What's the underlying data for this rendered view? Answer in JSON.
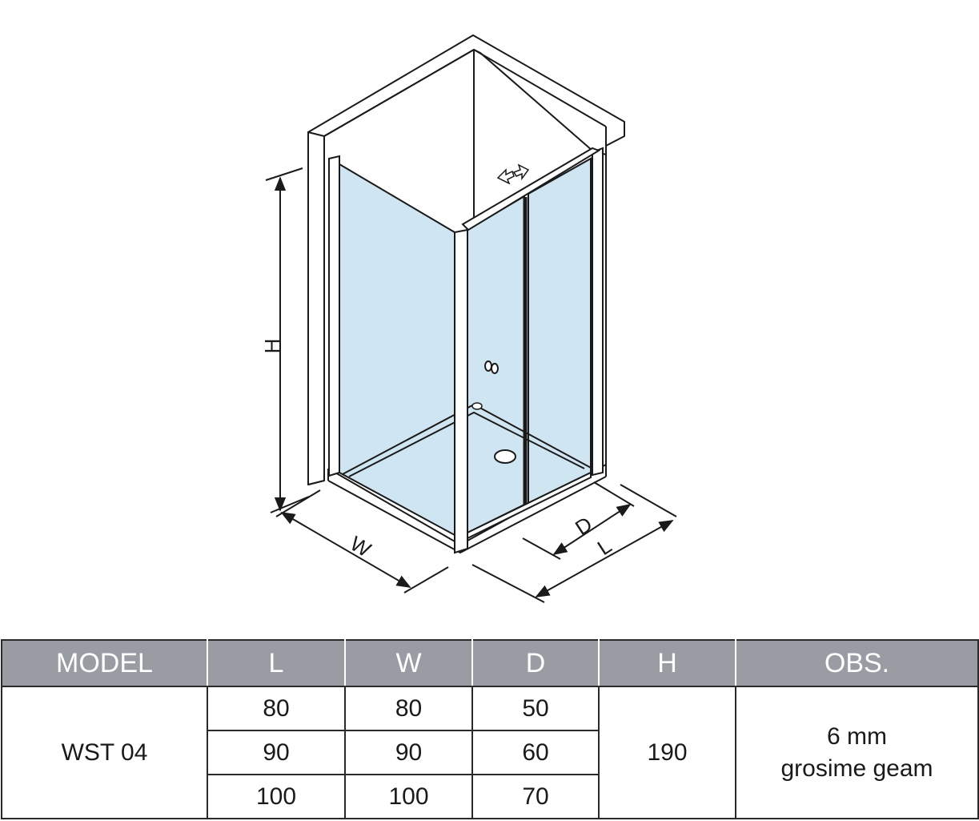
{
  "diagram": {
    "labels": {
      "h": "H",
      "w": "W",
      "d": "D",
      "l": "L"
    }
  },
  "table": {
    "headers": [
      "MODEL",
      "L",
      "W",
      "D",
      "H",
      "OBS."
    ],
    "model": "WST 04",
    "rows": [
      {
        "l": "80",
        "w": "80",
        "d": "50"
      },
      {
        "l": "90",
        "w": "90",
        "d": "60"
      },
      {
        "l": "100",
        "w": "100",
        "d": "70"
      }
    ],
    "h": "190",
    "obs": {
      "line1": "6 mm",
      "line2": "grosime geam"
    }
  },
  "colors": {
    "glass": "#cfe5f2",
    "header_bg": "#9a9ca4",
    "line": "#1a1a1a"
  }
}
